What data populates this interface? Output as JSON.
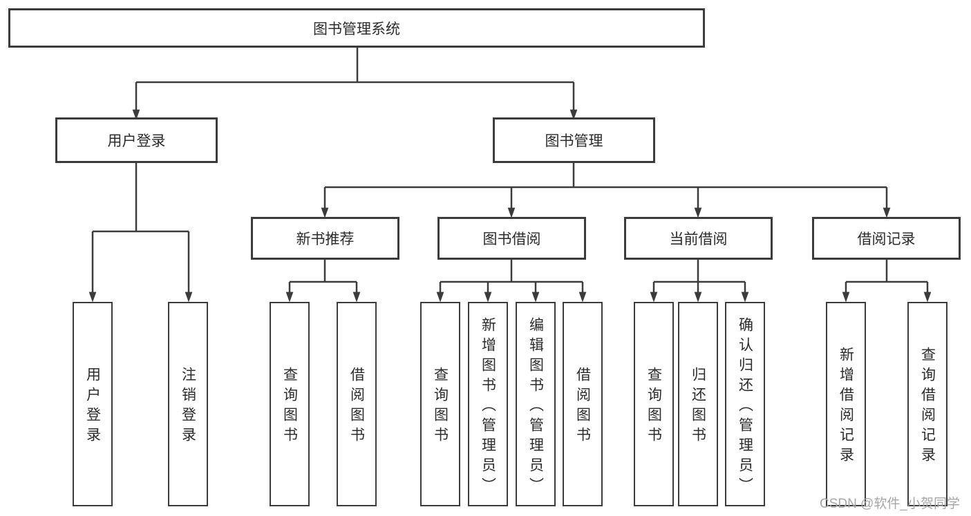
{
  "diagram": {
    "root": {
      "label": "图书管理系统"
    },
    "level2": [
      {
        "label": "用户登录"
      },
      {
        "label": "图书管理"
      }
    ],
    "level3": [
      {
        "label": "新书推荐"
      },
      {
        "label": "图书借阅"
      },
      {
        "label": "当前借阅"
      },
      {
        "label": "借阅记录"
      }
    ],
    "leaves": [
      {
        "label": "用户登录"
      },
      {
        "label": "注销登录"
      },
      {
        "label": "查询图书"
      },
      {
        "label": "借阅图书"
      },
      {
        "label": "查询图书"
      },
      {
        "label": "新增图书（管理员）"
      },
      {
        "label": "编辑图书（管理员）"
      },
      {
        "label": "借阅图书"
      },
      {
        "label": "查询图书"
      },
      {
        "label": "归还图书"
      },
      {
        "label": "确认归还（管理员）"
      },
      {
        "label": "新增借阅记录"
      },
      {
        "label": "查询借阅记录"
      }
    ]
  },
  "watermark": {
    "text": "CSDN @软件_小贺同学"
  },
  "colors": {
    "line": "#3b3b3b",
    "box_border": "#3b3b3b",
    "box_bg": "#ffffff",
    "text": "#2b2b2b",
    "watermark": "#a6a6a6"
  }
}
